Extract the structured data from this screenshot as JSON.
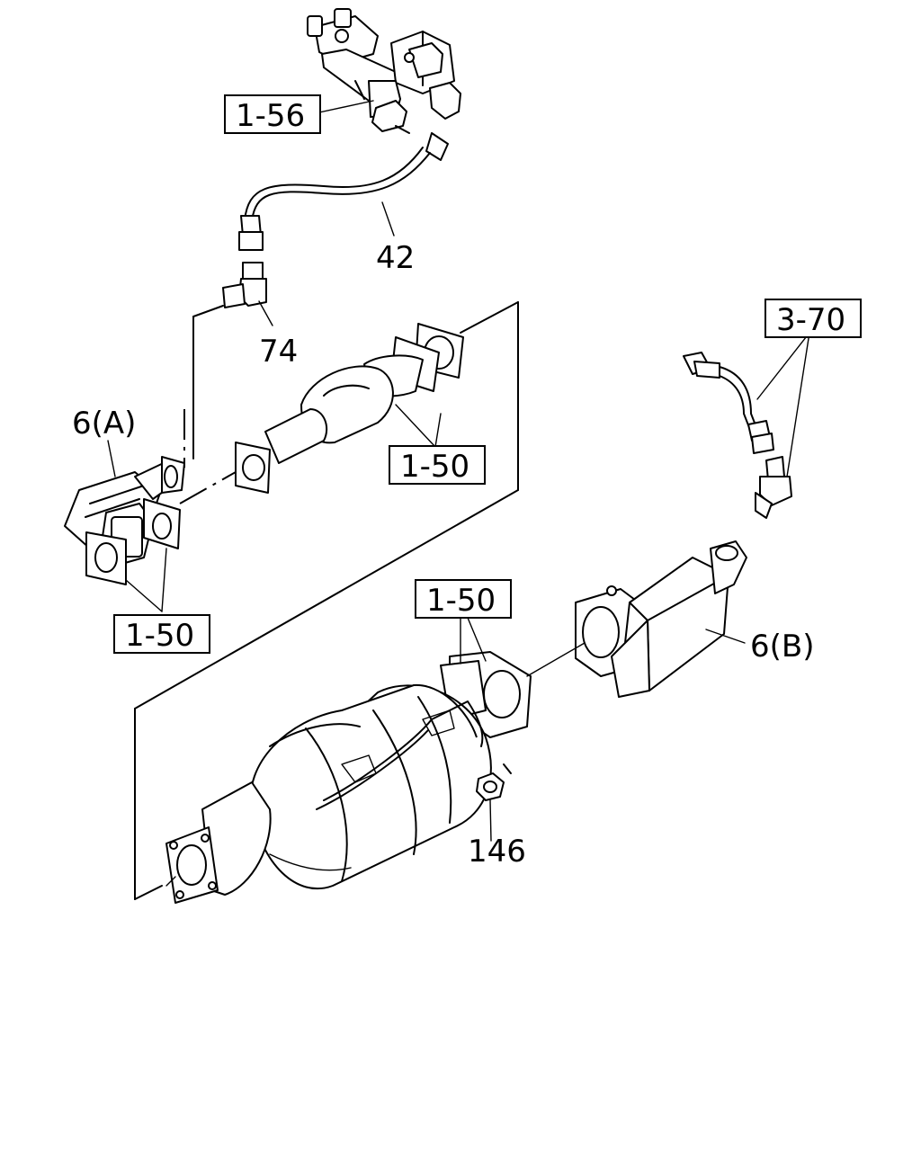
{
  "callouts": {
    "ref_1_56": "1-56",
    "part_42": "42",
    "part_74": "74",
    "part_6a": "6(A)",
    "ref_1_50_upper": "1-50",
    "ref_1_50_left": "1-50",
    "ref_3_70": "3-70",
    "ref_1_50_mid": "1-50",
    "part_6b": "6(B)",
    "part_146": "146"
  }
}
